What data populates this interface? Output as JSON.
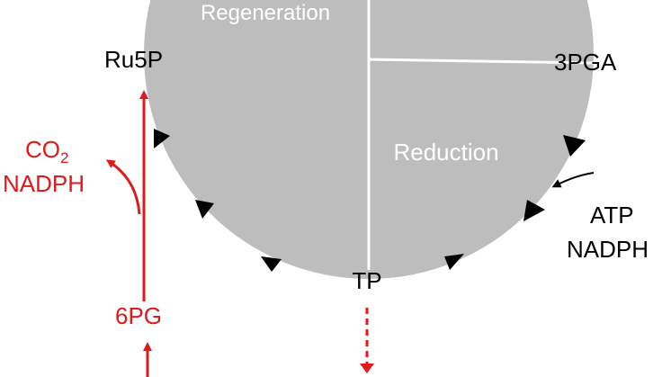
{
  "colors": {
    "circle_fill": "#bdbdbd",
    "divider": "#ffffff",
    "black": "#000000",
    "red": "#e0191b",
    "white_text": "#ffffff"
  },
  "cycle": {
    "phases": {
      "regeneration": "Regeneration",
      "reduction": "Reduction"
    },
    "metabolites": {
      "ru5p": "Ru5P",
      "pga": "3PGA",
      "tp": "TP"
    },
    "inputs": {
      "atp": "ATP",
      "nadph": "NADPH"
    }
  },
  "shunt": {
    "pg6": "6PG",
    "co2_base": "CO",
    "co2_sub": "2",
    "nadph": "NADPH"
  },
  "icons": [
    "cycle-direction-arrowhead-icon",
    "red-arrow-icon",
    "black-curved-arrow-icon",
    "dashed-red-arrow-icon"
  ]
}
